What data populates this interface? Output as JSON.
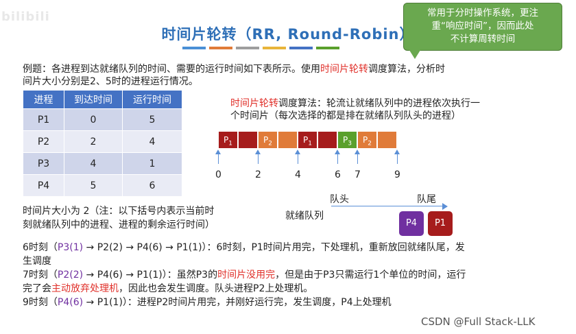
{
  "watermark": "bilibili",
  "title": "时间片轮转（RR, Round-Robin）",
  "colors": {
    "accent_blue": "#2e6fb7",
    "table_header": "#4472c4",
    "dark_red": "#a61c1c",
    "orange": "#e07b39",
    "green": "#5aa02c",
    "queue_purple": "#7030a0",
    "callout_green": "#6aa84f"
  },
  "title_bar_colors": [
    "#4a8fd6",
    "#e07b39",
    "#9e9e9e",
    "#e8b53a",
    "#4472c4",
    "#5aa02c"
  ],
  "callout": {
    "line1": "常用于分时操作系统，更注",
    "line2": "重“响应时间”，因而此处",
    "line3": "不计算周转时间"
  },
  "intro": {
    "prefix": "例题：各进程到达就绪队列的时间、需要的运行时间如下表所示。使用",
    "highlight": "时间片轮转",
    "suffix": "调度算法，分析时",
    "line2": "间片大小分别是2、5时的进程运行情况。"
  },
  "table": {
    "headers": [
      "进程",
      "到达时间",
      "运行时间"
    ],
    "rows": [
      [
        "P1",
        "0",
        "5"
      ],
      [
        "P2",
        "2",
        "4"
      ],
      [
        "P3",
        "4",
        "1"
      ],
      [
        "P4",
        "5",
        "6"
      ]
    ]
  },
  "algo": {
    "highlight": "时间片轮转",
    "suffix": "调度算法：轮流让就绪队列中的进程依次执行一",
    "line2": "个时间片（每次选择的都是排在就绪队列队头的进程）"
  },
  "timeline": {
    "segments": [
      {
        "label": "P",
        "sub": "1",
        "color": "dark_red"
      },
      {
        "label": "",
        "sub": "",
        "color": "dark_red"
      },
      {
        "label": "P",
        "sub": "2",
        "color": "orange"
      },
      {
        "label": "",
        "sub": "",
        "color": "orange"
      },
      {
        "label": "P",
        "sub": "1",
        "color": "dark_red"
      },
      {
        "label": "",
        "sub": "",
        "color": "dark_red"
      },
      {
        "label": "P",
        "sub": "3",
        "color": "green"
      },
      {
        "label": "P",
        "sub": "2",
        "color": "orange"
      },
      {
        "label": "",
        "sub": "",
        "color": "orange"
      }
    ],
    "ticks": [
      {
        "label": "0",
        "t": 0
      },
      {
        "label": "2",
        "t": 2
      },
      {
        "label": "4",
        "t": 4
      },
      {
        "label": "6",
        "t": 6
      },
      {
        "label": "7",
        "t": 7
      },
      {
        "label": "9",
        "t": 9
      }
    ]
  },
  "note": {
    "line1": "时间片大小为 2（注：以下括号内表示当前时",
    "line2": "刻就绪队列中的进程、进程的剩余运行时间）"
  },
  "queue": {
    "label": "就绪队列",
    "head": "队头",
    "tail": "队尾",
    "boxes": [
      {
        "label": "P4",
        "color": "queue_purple"
      },
      {
        "label": "P1",
        "color": "dark_red"
      }
    ]
  },
  "events": {
    "l1_a": "6时刻（",
    "l1_b": "P3(1)",
    "l1_c": " → P2(2) → P4(6) → P1(1)）：6时刻，P1时间片用完，下处理机，重新放回就绪队尾，发",
    "l1_d": "生调度",
    "l2_a": "7时刻（",
    "l2_b": "P2(2)",
    "l2_c": " → P4(6) → P1(1)）：虽然P3的",
    "l2_d": "时间片没用完",
    "l2_e": "，但是由于P3只需运行1个单位的时间，运行",
    "l2_f": "完了会",
    "l2_g": "主动放弃处理机",
    "l2_h": "，因此也会发生调度。队头进程P2上处理机。",
    "l3_a": "9时刻（",
    "l3_b": "P4(6)",
    "l3_c": " → P1(1)）：进程P2时间片用完，并刚好运行完，发生调度，P4上处理机"
  },
  "credit": "CSDN @Full Stack-LLK"
}
